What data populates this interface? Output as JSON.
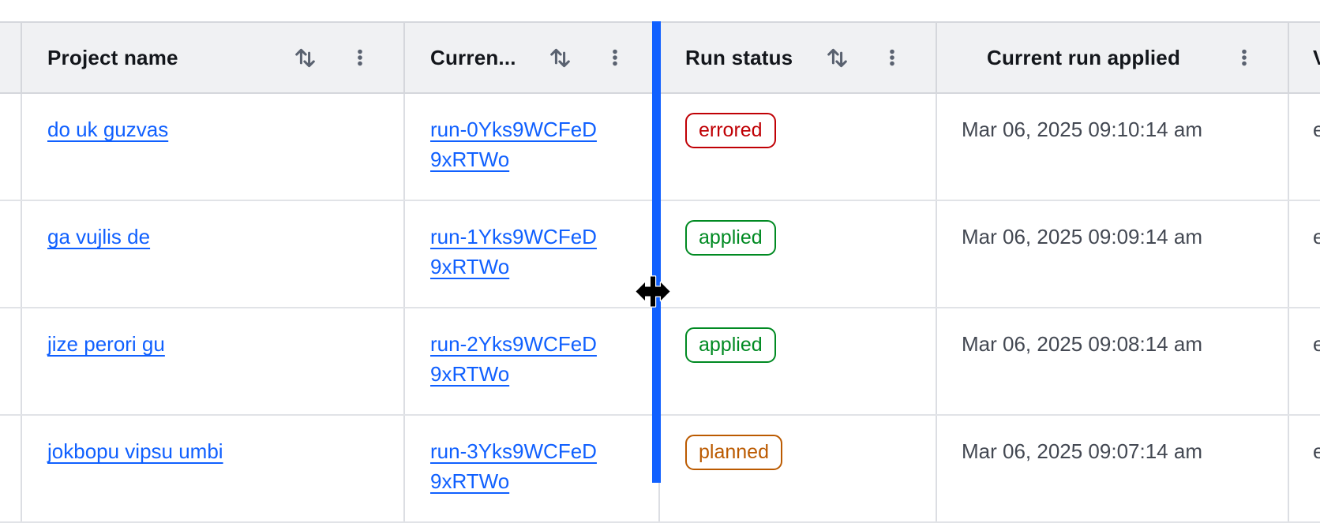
{
  "colors": {
    "link_blue": "#1060ff",
    "resize_indicator_blue": "#1060ff",
    "status": {
      "errored": "#c00005",
      "applied": "#008a22",
      "planned": "#bb5a00"
    }
  },
  "icons": {
    "sort": "up-down-arrows",
    "menu": "three-dot-kebab",
    "cursor": "column-resize-cursor"
  },
  "table": {
    "columns": [
      {
        "id": "select",
        "label": ""
      },
      {
        "id": "project",
        "label": "Project name",
        "sortable": true,
        "menu": true
      },
      {
        "id": "current_run",
        "label": "Curren...",
        "sortable": true,
        "menu": true
      },
      {
        "id": "run_status",
        "label": "Run status",
        "sortable": true,
        "menu": true
      },
      {
        "id": "applied",
        "label": "Current run applied",
        "sortable": false,
        "menu": true
      },
      {
        "id": "truncated",
        "label": "V",
        "sortable": false,
        "menu": false
      }
    ],
    "rows": [
      {
        "project": "do uk guzvas",
        "run_id": "run-0Yks9WCFeD9xRTWo",
        "run_id_line1": "run-0Yks9WCFeD",
        "run_id_line2": "9xRTWo",
        "status": "errored",
        "applied_at": "Mar 06, 2025 09:10:14 am",
        "truncated": "e"
      },
      {
        "project": "ga vujlis de",
        "run_id": "run-1Yks9WCFeD9xRTWo",
        "run_id_line1": "run-1Yks9WCFeD",
        "run_id_line2": "9xRTWo",
        "status": "applied",
        "applied_at": "Mar 06, 2025 09:09:14 am",
        "truncated": "e"
      },
      {
        "project": "jize perori gu",
        "run_id": "run-2Yks9WCFeD9xRTWo",
        "run_id_line1": "run-2Yks9WCFeD",
        "run_id_line2": "9xRTWo",
        "status": "applied",
        "applied_at": "Mar 06, 2025 09:08:14 am",
        "truncated": "e"
      },
      {
        "project": "jokbopu vipsu umbi",
        "run_id": "run-3Yks9WCFeD9xRTWo",
        "run_id_line1": "run-3Yks9WCFeD",
        "run_id_line2": "9xRTWo",
        "status": "planned",
        "applied_at": "Mar 06, 2025 09:07:14 am",
        "truncated": "e"
      }
    ]
  }
}
